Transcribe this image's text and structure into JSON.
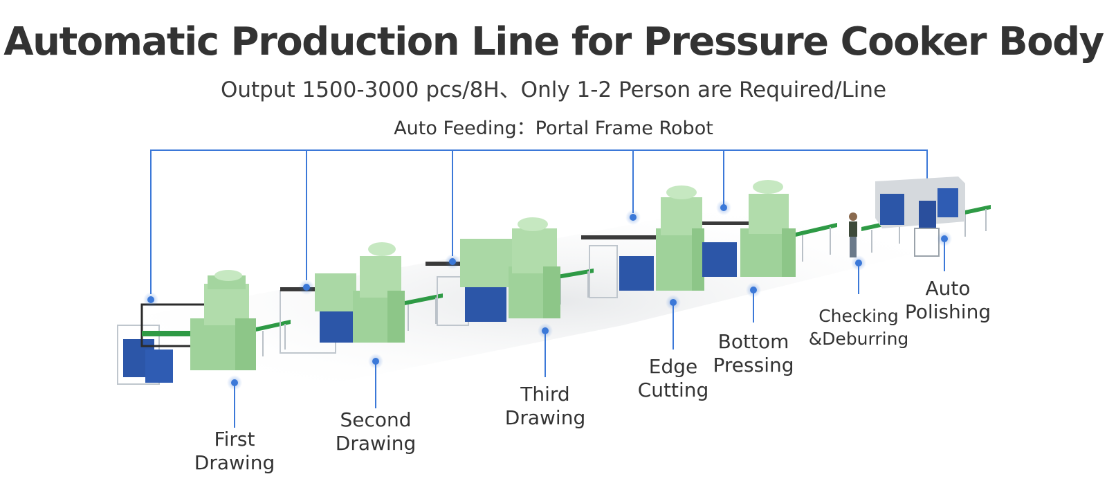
{
  "title": "Automatic Production Line for Pressure Cooker Body",
  "subtitle": "Output 1500-3000 pcs/8H、Only 1-2 Person are Required/Line",
  "auto_feeding": "Auto Feeding：Portal Frame Robot",
  "stages": [
    {
      "line1": "First",
      "line2": "Drawing"
    },
    {
      "line1": "Second",
      "line2": "Drawing"
    },
    {
      "line1": "Third",
      "line2": "Drawing"
    },
    {
      "line1": "Edge",
      "line2": "Cutting"
    },
    {
      "line1": "Bottom",
      "line2": "Pressing"
    },
    {
      "line1": "Checking",
      "line2": "&Deburring"
    },
    {
      "line1": "Auto",
      "line2": "Polishing"
    }
  ],
  "colors": {
    "accent_blue": "#3b78d8",
    "press_green": "#a8d8a3",
    "machine_blue": "#2c56a8",
    "frame_gray": "#c8cfd6",
    "text": "#333333"
  }
}
